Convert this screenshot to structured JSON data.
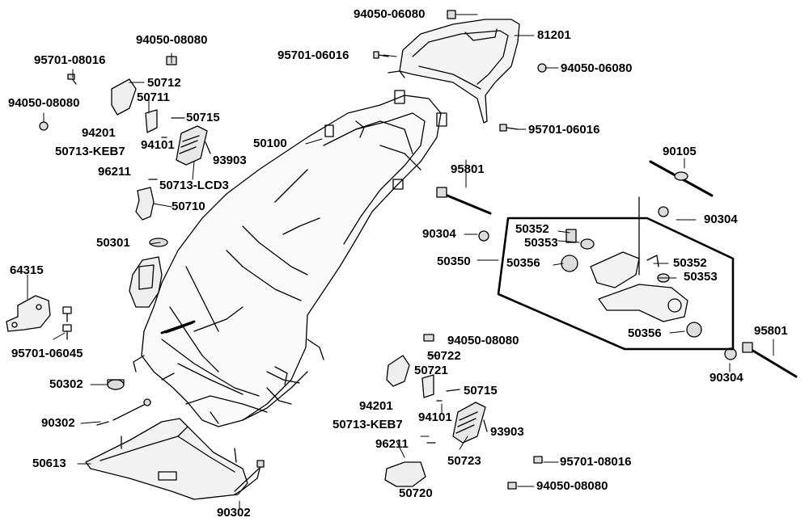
{
  "diagram": {
    "labels": {
      "p94050_06080_top": "94050-06080",
      "p81201": "81201",
      "p95701_06016_left": "95701-06016",
      "p94050_06080_right": "94050-06080",
      "p95701_06016_right": "95701-06016",
      "p94050_08080_a": "94050-08080",
      "p95701_08016_a": "95701-08016",
      "p94050_08080_b": "94050-08080",
      "p50712": "50712",
      "p50711": "50711",
      "p50715_a": "50715",
      "p94201_a": "94201",
      "p94101_a": "94101",
      "p50713_keb7_a": "50713-KEB7",
      "p93903_a": "93903",
      "p96211_a": "96211",
      "p50713_lcd3": "50713-LCD3",
      "p50710": "50710",
      "p50100": "50100",
      "p50301": "50301",
      "p64315": "64315",
      "p95701_06045": "95701-06045",
      "p50302": "50302",
      "p90302_a": "90302",
      "p50613": "50613",
      "p90302_b": "90302",
      "p90105": "90105",
      "p95801_a": "95801",
      "p90304_a": "90304",
      "p90304_b": "90304",
      "p50352_a": "50352",
      "p50353_a": "50353",
      "p50350": "50350",
      "p50356_a": "50356",
      "p50352_b": "50352",
      "p50353_b": "50353",
      "p50356_b": "50356",
      "p95801_b": "95801",
      "p90304_c": "90304",
      "p94050_08080_c": "94050-08080",
      "p50722": "50722",
      "p50721": "50721",
      "p50715_b": "50715",
      "p94201_b": "94201",
      "p94101_b": "94101",
      "p50713_keb7_b": "50713-KEB7",
      "p93903_b": "93903",
      "p96211_b": "96211",
      "p50723": "50723",
      "p95701_08016_b": "95701-08016",
      "p50720": "50720",
      "p94050_08080_d": "94050-08080"
    }
  }
}
